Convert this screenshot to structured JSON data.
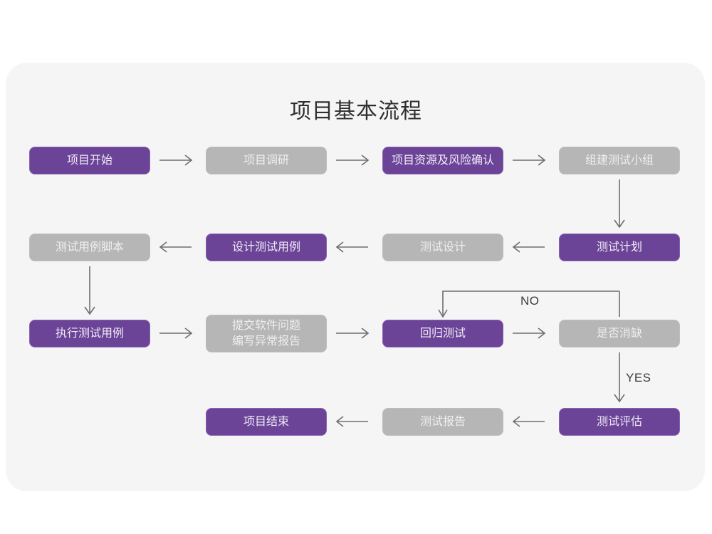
{
  "diagram": {
    "title": "项目基本流程",
    "colors": {
      "page_background": "#ffffff",
      "card_background": "#f5f5f6",
      "active_box": "#6b4397",
      "inactive_box": "#b6b6b6",
      "connector": "#6e6e6e",
      "title_text": "#2f2f2f"
    },
    "nodes": [
      {
        "id": "n1",
        "label": "项目开始",
        "style": "purple",
        "row": 1
      },
      {
        "id": "n2",
        "label": "项目调研",
        "style": "gray",
        "row": 1
      },
      {
        "id": "n3",
        "label": "项目资源及风险确认",
        "style": "purple",
        "row": 1
      },
      {
        "id": "n4",
        "label": "组建测试小组",
        "style": "gray",
        "row": 1
      },
      {
        "id": "n5",
        "label": "测试用例脚本",
        "style": "gray",
        "row": 2
      },
      {
        "id": "n6",
        "label": "设计测试用例",
        "style": "purple",
        "row": 2
      },
      {
        "id": "n7",
        "label": "测试设计",
        "style": "gray",
        "row": 2
      },
      {
        "id": "n8",
        "label": "测试计划",
        "style": "purple",
        "row": 2
      },
      {
        "id": "n9",
        "label": "执行测试用例",
        "style": "purple",
        "row": 3
      },
      {
        "id": "n10",
        "label": "提交软件问题\n编写异常报告",
        "style": "gray",
        "row": 3
      },
      {
        "id": "n11",
        "label": "回归测试",
        "style": "purple",
        "row": 3
      },
      {
        "id": "n12",
        "label": "是否消缺",
        "style": "gray",
        "row": 3
      },
      {
        "id": "n13",
        "label": "项目结束",
        "style": "purple",
        "row": 4
      },
      {
        "id": "n14",
        "label": "测试报告",
        "style": "gray",
        "row": 4
      },
      {
        "id": "n15",
        "label": "测试评估",
        "style": "purple",
        "row": 4
      }
    ],
    "edge_labels": {
      "no": "NO",
      "yes": "YES"
    },
    "edges": [
      {
        "from": "n1",
        "to": "n2",
        "dir": "right"
      },
      {
        "from": "n2",
        "to": "n3",
        "dir": "right"
      },
      {
        "from": "n3",
        "to": "n4",
        "dir": "right"
      },
      {
        "from": "n4",
        "to": "n8",
        "dir": "down"
      },
      {
        "from": "n8",
        "to": "n7",
        "dir": "left"
      },
      {
        "from": "n7",
        "to": "n6",
        "dir": "left"
      },
      {
        "from": "n6",
        "to": "n5",
        "dir": "left"
      },
      {
        "from": "n5",
        "to": "n9",
        "dir": "down"
      },
      {
        "from": "n9",
        "to": "n10",
        "dir": "right"
      },
      {
        "from": "n10",
        "to": "n11",
        "dir": "right"
      },
      {
        "from": "n11",
        "to": "n12",
        "dir": "right"
      },
      {
        "from": "n12",
        "to": "n11",
        "dir": "loop-up",
        "label": "NO"
      },
      {
        "from": "n12",
        "to": "n15",
        "dir": "down",
        "label": "YES"
      },
      {
        "from": "n15",
        "to": "n14",
        "dir": "left"
      },
      {
        "from": "n14",
        "to": "n13",
        "dir": "left"
      }
    ]
  }
}
